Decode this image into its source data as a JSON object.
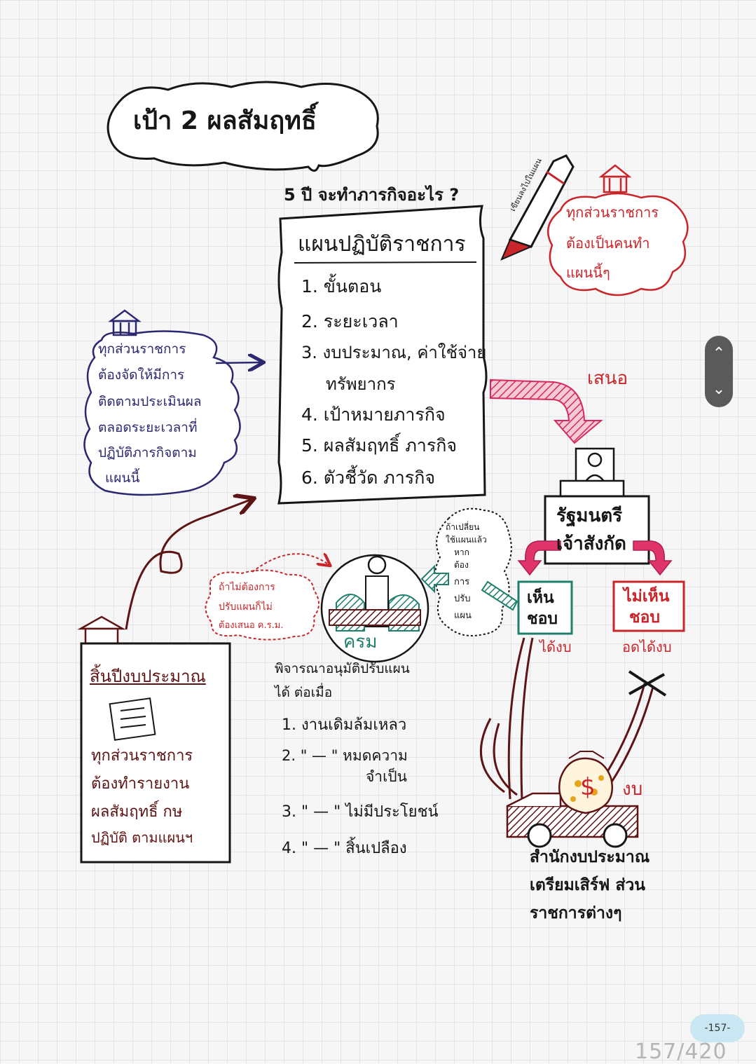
{
  "title": "เป้า 2 ผลสัมฤทธิ์",
  "question": "5 ปี จะทำภารกิจอะไร ?",
  "pen_label": "เขียนลงไปในแผน",
  "plan": {
    "heading": "แผนปฏิบัติราชการ",
    "items": [
      "1. ขั้นตอน",
      "2. ระยะเวลา",
      "3. งบประมาณ, ค่าใช้จ่าย",
      "ทรัพยากร",
      "4. เป้าหมายภารกิจ",
      "5. ผลสัมฤทธิ์ ภารกิจ",
      "6. ตัวชี้วัด ภารกิจ"
    ]
  },
  "red_cloud": [
    "ทุกส่วนราชการ",
    "ต้องเป็นคนทำ",
    "แผนนี้ๆ"
  ],
  "navy_cloud": [
    "ทุกส่วนราชการ",
    "ต้องจัดให้มีการ",
    "ติดตามประเมินผล",
    "ตลอดระยะเวลาที่",
    "ปฏิบัติภารกิจตาม",
    "แผนนี้"
  ],
  "propose_label": "เสนอ",
  "minister": [
    "รัฐมนตรี",
    "เจ้าสังกัด"
  ],
  "agree": {
    "label": [
      "เห็น",
      "ชอบ"
    ],
    "result": "ได้งบ"
  },
  "disagree": {
    "label": [
      "ไม่เห็น",
      "ชอบ"
    ],
    "result": "อดได้งบ"
  },
  "teal_cloud": [
    "ถ้าเปลี่ยน",
    "ใช้แผนแล้ว",
    "หาก",
    "ต้อง",
    "การ",
    "ปรับ",
    "แผน"
  ],
  "small_red_cloud": [
    "ถ้าไม่ต้องการ",
    "ปรับแผนก็ไม่",
    "ต้องเสนอ ค.ร.ม."
  ],
  "cabinet_label": "ครม",
  "cabinet_text": {
    "intro": [
      "พิจารณาอนุมัติปรับแผน",
      "ได้ ต่อเมื่อ"
    ],
    "items": [
      "1. งานเดิมล้มเหลว",
      "2. \" — \" หมดความ",
      "จำเป็น",
      "3. \" — \" ไม่มีประโยชน์",
      "4. \" — \" สิ้นเปลือง"
    ]
  },
  "year_end": {
    "heading": "สิ้นปีงบประมาณ",
    "text": [
      "ทุกส่วนราชการ",
      "ต้องทำรายงาน",
      "ผลสัมฤทธิ์ กษ",
      "ปฏิบัติ ตามแผนฯ"
    ]
  },
  "money_label": "งบ",
  "budget_bureau": [
    "สำนักงบประมาณ",
    "เตรียมเสิร์ฟ ส่วน",
    "ราชการต่างๆ"
  ],
  "ui": {
    "page_badge": "-157-",
    "page_count": "157/420"
  },
  "colors": {
    "ink": "#161616",
    "red": "#c8262a",
    "navy": "#2c2870",
    "brown": "#5e1414",
    "teal": "#1f7f6c",
    "pink": "#e0356b"
  }
}
